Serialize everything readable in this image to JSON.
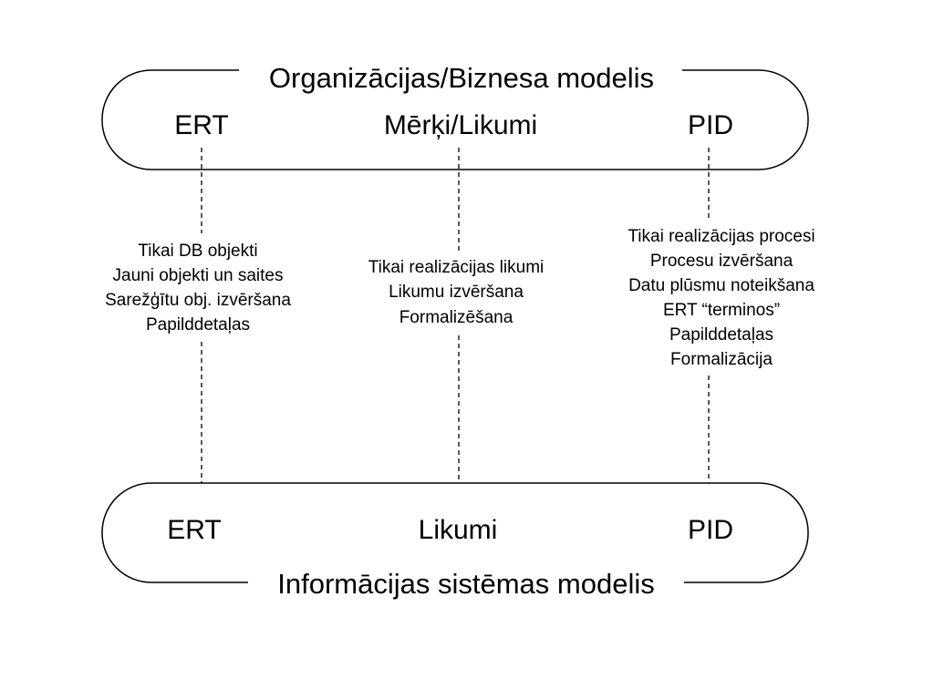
{
  "top_model": {
    "title": "Organizācijas/Biznesa modelis",
    "labels": [
      "ERT",
      "Mērķi/Likumi",
      "PID"
    ]
  },
  "bottom_model": {
    "title": "Informācijas sistēmas modelis",
    "labels": [
      "ERT",
      "Likumi",
      "PID"
    ]
  },
  "notes": {
    "left": [
      "Tikai DB objekti",
      "Jauni objekti un saites",
      "Sarežģītu obj. izvēršana",
      "Papilddetaļas"
    ],
    "middle": [
      "Tikai realizācijas likumi",
      "Likumu izvēršana",
      "Formalizēšana"
    ],
    "right": [
      "Tikai realizācijas procesi",
      "Procesu izvēršana",
      "Datu plūsmu noteikšana",
      "ERT “terminos”",
      "Papilddetaļas",
      "Formalizācija"
    ]
  }
}
